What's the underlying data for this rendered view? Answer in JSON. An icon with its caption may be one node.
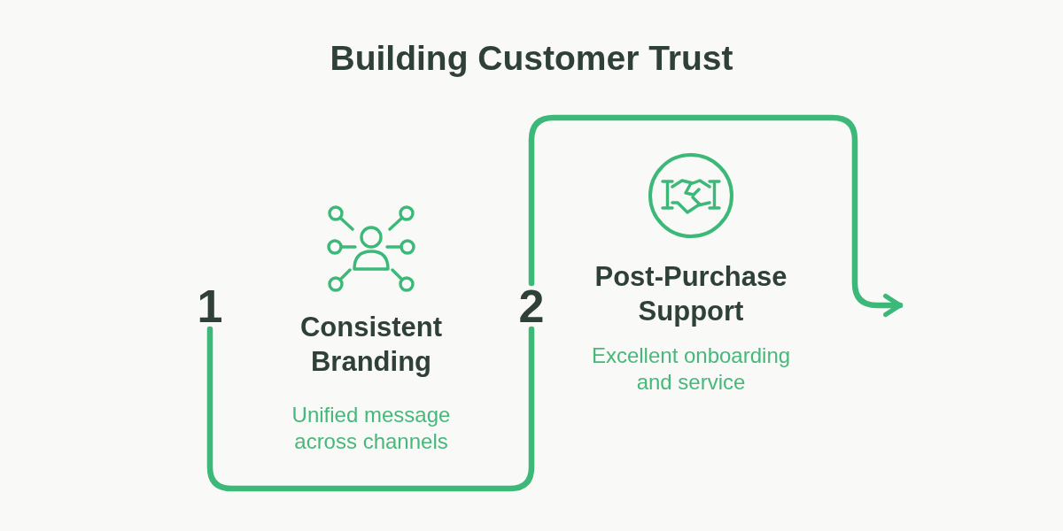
{
  "diagram": {
    "title": "Building Customer Trust",
    "nodes": [
      {
        "text": [
          "1"
        ]
      },
      {
        "text": [
          "Consistent Branding",
          "Unified message across channels"
        ]
      },
      {
        "text": [
          "2"
        ]
      },
      {
        "text": [
          "Post-Purchase Support",
          "Excellent onboarding and service"
        ]
      }
    ],
    "edges": [
      {
        "from": 0,
        "to": 2,
        "arrow": "none"
      },
      {
        "from": 2,
        "to": null,
        "arrow": "to"
      }
    ]
  }
}
